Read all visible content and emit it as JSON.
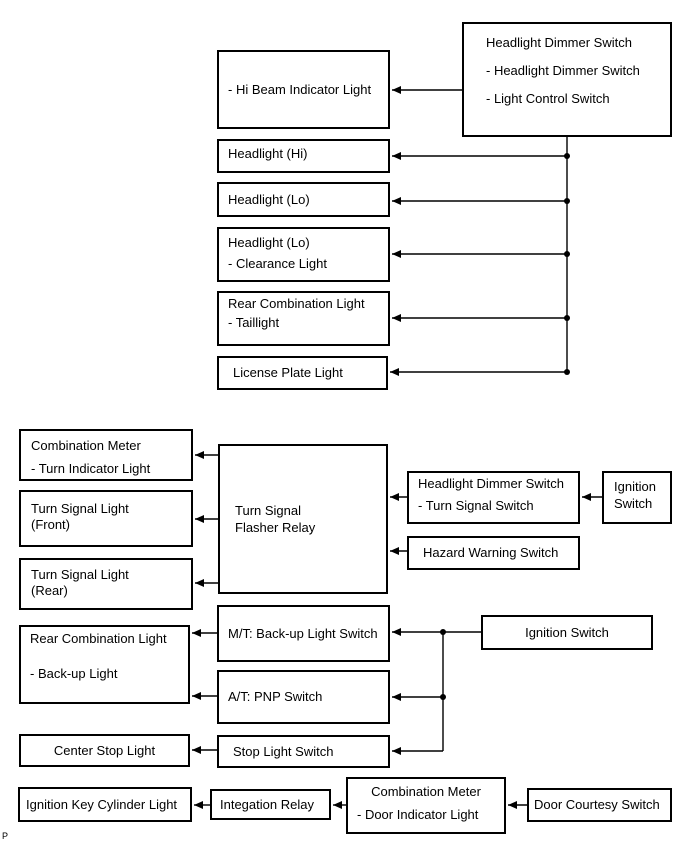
{
  "page_marker": "P",
  "colors": {
    "line": "#000000",
    "background": "#ffffff",
    "text": "#000000"
  },
  "boxes": {
    "dimmer_main": {
      "title": "Headlight Dimmer Switch",
      "item1": "- Headlight Dimmer Switch",
      "item2": "- Light Control Switch"
    },
    "hi_beam": {
      "line1": "- Hi Beam Indicator Light"
    },
    "headlight_hi": {
      "line1": "Headlight (Hi)"
    },
    "headlight_lo1": {
      "line1": "Headlight (Lo)"
    },
    "headlight_lo_clear": {
      "line1": "Headlight (Lo)",
      "line2": "- Clearance Light"
    },
    "rear_combo_tail": {
      "line1": "Rear Combination Light",
      "line2": "- Taillight"
    },
    "license_plate": {
      "line1": "License Plate Light"
    },
    "combo_meter_turn": {
      "line1": "Combination Meter",
      "line2": "- Turn Indicator Light"
    },
    "turn_front": {
      "line1": "Turn Signal Light",
      "line2": "(Front)"
    },
    "turn_rear": {
      "line1": "Turn Signal Light",
      "line2": "(Rear)"
    },
    "flasher_relay": {
      "line1": "Turn Signal",
      "line2": "Flasher Relay"
    },
    "dimmer_turn": {
      "line1": "Headlight Dimmer Switch",
      "line2": "- Turn Signal Switch"
    },
    "ignition_small": {
      "line1": "Ignition",
      "line2": "Switch"
    },
    "hazard": {
      "line1": "Hazard Warning Switch"
    },
    "rear_combo_backup": {
      "line1": "Rear Combination Light",
      "line2": "- Back-up Light"
    },
    "mt_backup": {
      "line1": "M/T: Back-up Light Switch"
    },
    "at_pnp": {
      "line1": "A/T: PNP Switch"
    },
    "stop_switch": {
      "line1": "Stop Light Switch"
    },
    "center_stop": {
      "line1": "Center Stop Light"
    },
    "ignition_wide": {
      "line1": "Ignition Switch"
    },
    "ignition_key": {
      "line1": "Ignition Key Cylinder Light"
    },
    "integration_relay": {
      "line1": "Integation Relay"
    },
    "combo_meter_door": {
      "line1": "Combination Meter",
      "line2": "- Door Indicator Light"
    },
    "door_courtesy": {
      "line1": "Door Courtesy Switch"
    }
  }
}
